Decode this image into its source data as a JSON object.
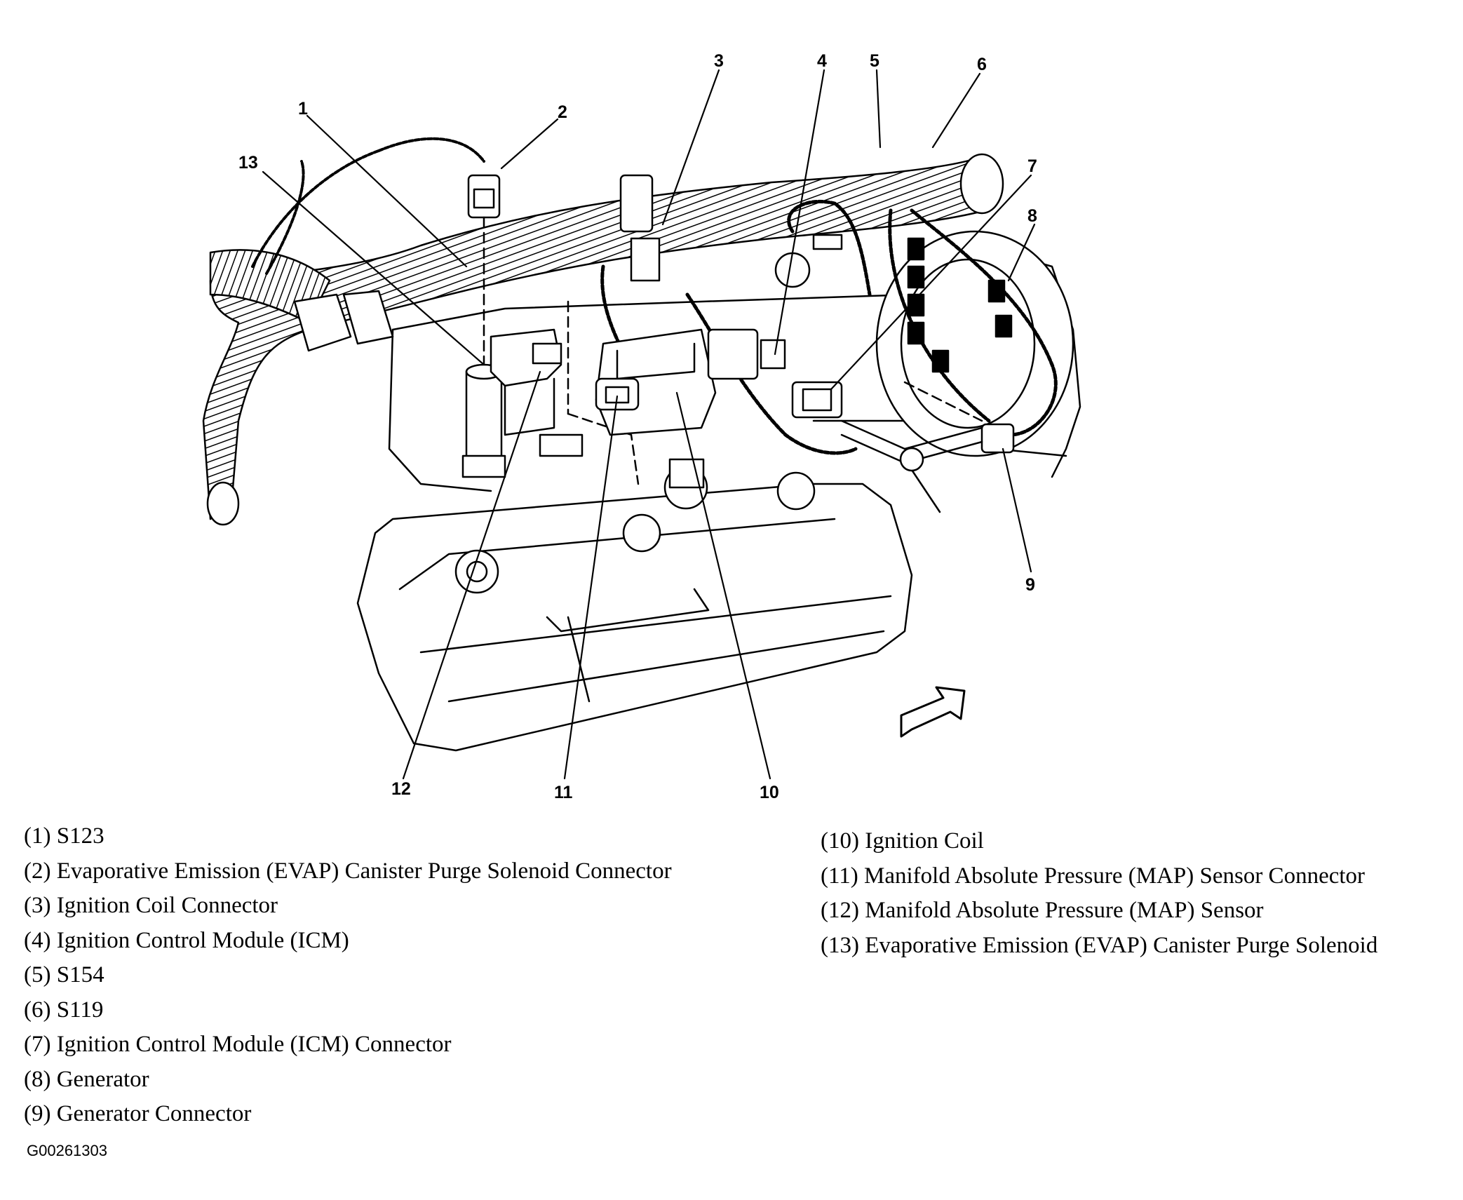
{
  "callouts": [
    "1",
    "2",
    "3",
    "4",
    "5",
    "6",
    "7",
    "8",
    "9",
    "10",
    "11",
    "12",
    "13"
  ],
  "legend_left": [
    "(1)  S123",
    "(2)  Evaporative Emission (EVAP) Canister Purge Solenoid Connector",
    "(3)  Ignition Coil Connector",
    "(4)  Ignition Control Module (ICM)",
    "(5)  S154",
    "(6)  S119",
    "(7)  Ignition Control Module (ICM) Connector",
    "(8)  Generator",
    "(9)  Generator Connector"
  ],
  "legend_right": [
    "(10) Ignition Coil",
    "(11) Manifold Absolute Pressure (MAP) Sensor Connector",
    "(12) Manifold Absolute Pressure (MAP) Sensor",
    "(13) Evaporative Emission (EVAP) Canister Purge Solenoid"
  ],
  "figure_id": "G00261303",
  "colors": {
    "line": "#000000",
    "background": "#ffffff"
  }
}
